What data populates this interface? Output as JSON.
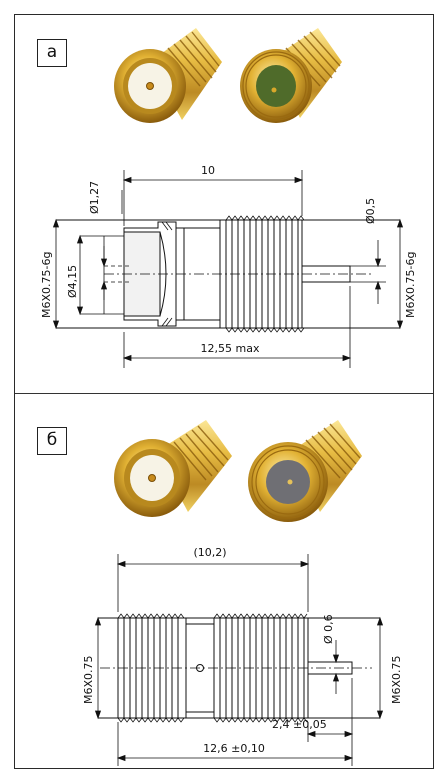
{
  "panel_a": {
    "label": "а",
    "dims": {
      "length_top": "10",
      "pin_dia": "Ø1,27",
      "bore_dia": "Ø4,15",
      "pin_out_dia": "Ø0,5",
      "thread_left": "M6X0.75-6g",
      "thread_right": "M6X0.75-6g",
      "total_length": "12,55 max"
    }
  },
  "panel_b": {
    "label": "б",
    "dims": {
      "length_top": "(10,2)",
      "pin_out_dia": "Ø 0,6",
      "thread_left": "M6X0.75",
      "thread_right": "M6X0.75",
      "pin_length": "2,4 ±0,05",
      "total_length": "12,6 ±0,10"
    }
  },
  "colors": {
    "gold_light": "#f3d45c",
    "gold_mid": "#d9a82a",
    "gold_dark": "#9a6a10",
    "insulator": "#f4f1e6",
    "green_dielectric": "#4f6b2a",
    "grey_dielectric": "#6f6f74",
    "line": "#111111"
  }
}
